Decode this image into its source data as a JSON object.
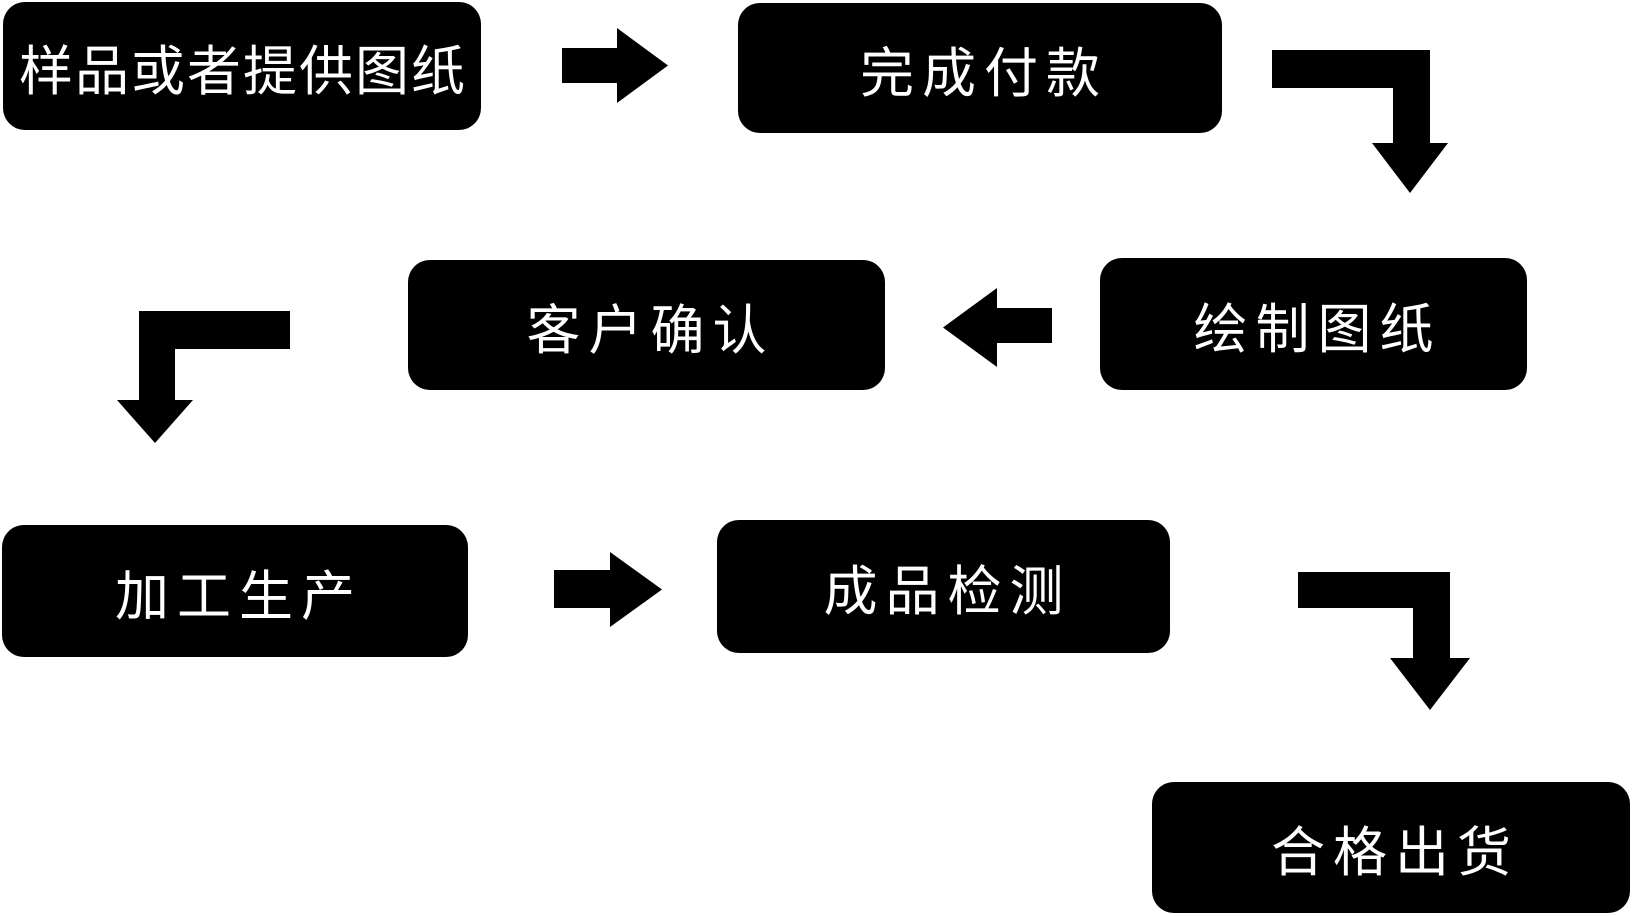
{
  "colors": {
    "background": "#ffffff",
    "node_fill": "#000000",
    "node_text": "#ffffff",
    "arrow": "#000000"
  },
  "nodes": [
    {
      "label": "样品或者提供图纸"
    },
    {
      "label": "完成付款"
    },
    {
      "label": "客户确认"
    },
    {
      "label": "绘制图纸"
    },
    {
      "label": "加工生产"
    },
    {
      "label": "成品检测"
    },
    {
      "label": "合格出货"
    }
  ],
  "edges": [
    {
      "from": "样品或者提供图纸",
      "to": "完成付款",
      "direction": "right"
    },
    {
      "from": "完成付款",
      "to": "绘制图纸",
      "direction": "right-then-down"
    },
    {
      "from": "绘制图纸",
      "to": "客户确认",
      "direction": "left"
    },
    {
      "from": "客户确认",
      "to": "加工生产",
      "direction": "left-then-down"
    },
    {
      "from": "加工生产",
      "to": "成品检测",
      "direction": "right"
    },
    {
      "from": "成品检测",
      "to": "合格出货",
      "direction": "right-then-down"
    }
  ]
}
